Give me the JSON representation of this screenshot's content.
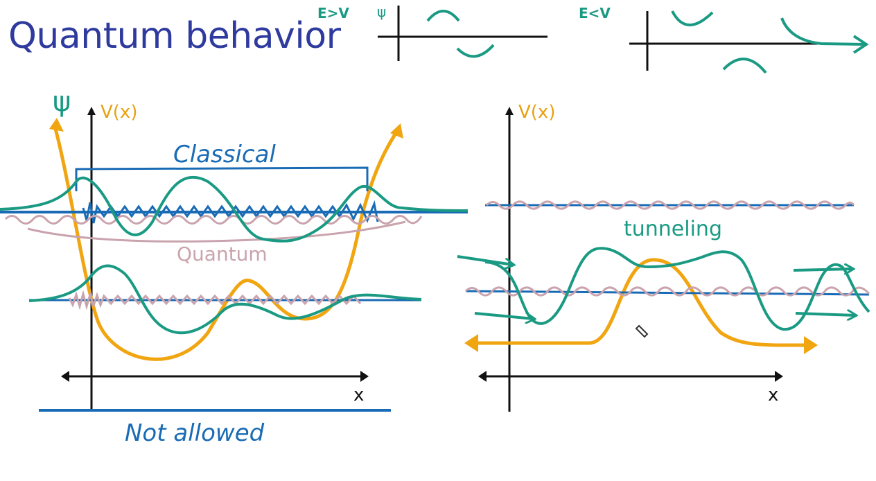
{
  "title": "Quantum behavior",
  "colors": {
    "title": "#2e3a9e",
    "potential": "#f0a511",
    "wavefunction": "#1a9a83",
    "energy_level": "#1a6bb5",
    "quantum_scribble": "#c9a3ad",
    "axis": "#111111"
  },
  "top_left_sketch": {
    "condition": "E>V",
    "psi_symbol": "ψ"
  },
  "top_right_sketch": {
    "condition": "E<V"
  },
  "left_panel": {
    "psi_label": "ψ",
    "vx_label": "V(x)",
    "classical_label": "Classical",
    "quantum_label": "Quantum",
    "not_allowed_label": "Not allowed",
    "x_label": "x"
  },
  "right_panel": {
    "vx_label": "V(x)",
    "tunneling_label": "tunneling",
    "x_label": "x"
  }
}
